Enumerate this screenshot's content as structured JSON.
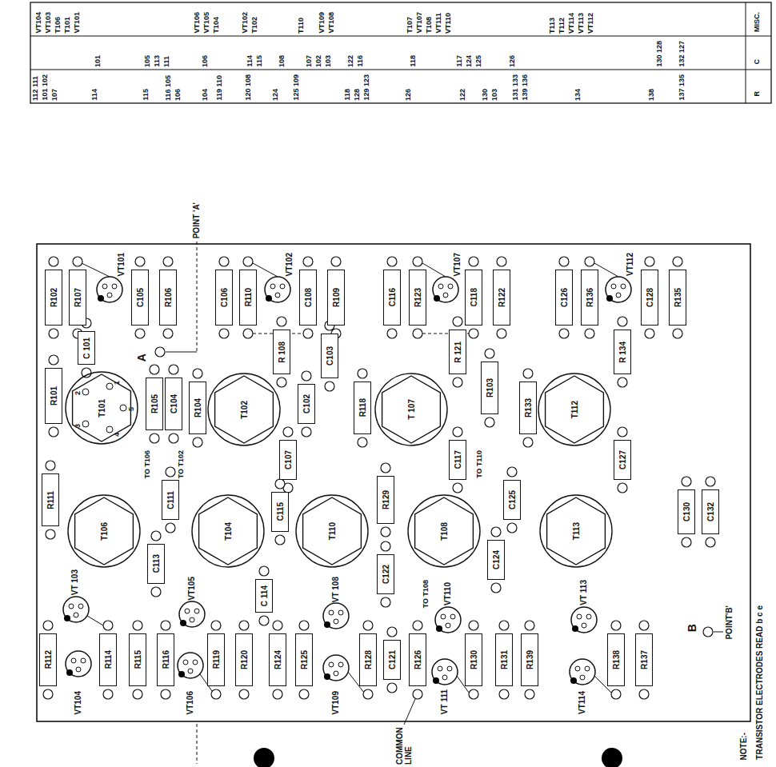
{
  "diagram": {
    "nodes": [
      {
        "text": [
          "R102"
        ]
      },
      {
        "text": [
          "R107"
        ]
      },
      {
        "text": [
          "C105"
        ]
      },
      {
        "text": [
          "R106"
        ]
      },
      {
        "text": [
          "C106"
        ]
      },
      {
        "text": [
          "R110"
        ]
      },
      {
        "text": [
          "C108"
        ]
      },
      {
        "text": [
          "R109"
        ]
      },
      {
        "text": [
          "C116"
        ]
      },
      {
        "text": [
          "R123"
        ]
      },
      {
        "text": [
          "C118"
        ]
      },
      {
        "text": [
          "R122"
        ]
      },
      {
        "text": [
          "C126"
        ]
      },
      {
        "text": [
          "R136"
        ]
      },
      {
        "text": [
          "C128"
        ]
      },
      {
        "text": [
          "R135"
        ]
      },
      {
        "text": [
          "R101"
        ]
      },
      {
        "text": [
          "C 101"
        ]
      },
      {
        "text": [
          "T101"
        ]
      },
      {
        "text": [
          "R105"
        ]
      },
      {
        "text": [
          "C104"
        ]
      },
      {
        "text": [
          "R104"
        ]
      },
      {
        "text": [
          "T102"
        ]
      },
      {
        "text": [
          "R 108"
        ]
      },
      {
        "text": [
          "C107"
        ]
      },
      {
        "text": [
          "C102"
        ]
      },
      {
        "text": [
          "C103"
        ]
      },
      {
        "text": [
          "R118"
        ]
      },
      {
        "text": [
          "T 107"
        ]
      },
      {
        "text": [
          "R 121"
        ]
      },
      {
        "text": [
          "C117"
        ]
      },
      {
        "text": [
          "R103"
        ]
      },
      {
        "text": [
          "R133"
        ]
      },
      {
        "text": [
          "T112"
        ]
      },
      {
        "text": [
          "R 134"
        ]
      },
      {
        "text": [
          "C127"
        ]
      },
      {
        "text": [
          "R111"
        ]
      },
      {
        "text": [
          "T106"
        ]
      },
      {
        "text": [
          "C113"
        ]
      },
      {
        "text": [
          "C111"
        ]
      },
      {
        "text": [
          "T104"
        ]
      },
      {
        "text": [
          "C115"
        ]
      },
      {
        "text": [
          "C 114"
        ]
      },
      {
        "text": [
          "T110"
        ]
      },
      {
        "text": [
          "R129"
        ]
      },
      {
        "text": [
          "C122"
        ]
      },
      {
        "text": [
          "T108"
        ]
      },
      {
        "text": [
          "C124"
        ]
      },
      {
        "text": [
          "C125"
        ]
      },
      {
        "text": [
          "T113"
        ]
      },
      {
        "text": [
          "C130"
        ]
      },
      {
        "text": [
          "C132"
        ]
      },
      {
        "text": [
          "R112"
        ]
      },
      {
        "text": [
          "R114"
        ]
      },
      {
        "text": [
          "R115"
        ]
      },
      {
        "text": [
          "R116"
        ]
      },
      {
        "text": [
          "R119"
        ]
      },
      {
        "text": [
          "R120"
        ]
      },
      {
        "text": [
          "R124"
        ]
      },
      {
        "text": [
          "R125"
        ]
      },
      {
        "text": [
          "R128"
        ]
      },
      {
        "text": [
          "C121"
        ]
      },
      {
        "text": [
          "R126"
        ]
      },
      {
        "text": [
          "R130"
        ]
      },
      {
        "text": [
          "R131"
        ]
      },
      {
        "text": [
          "R139"
        ]
      },
      {
        "text": [
          "R138"
        ]
      },
      {
        "text": [
          "R137"
        ]
      }
    ],
    "labels": [
      "VT104",
      "VT103",
      "T106",
      "T101",
      "VT101",
      "VT106",
      "VT105",
      "T104",
      "VT102",
      "T102",
      "T110",
      "VT109",
      "VT108",
      "T107",
      "VT107",
      "T108",
      "VT111",
      "VT110",
      "T113",
      "T112",
      "VT114",
      "VT113",
      "VT112",
      "101",
      "105",
      "113",
      "111",
      "106",
      "114",
      "115",
      "108",
      "107",
      "102",
      "103",
      "122",
      "116",
      "118",
      "117",
      "124",
      "125",
      "126",
      "130 128",
      "132 127",
      "112 111",
      "101 102",
      "107",
      "114",
      "115",
      "116 105",
      "106",
      "104",
      "119 110",
      "120 108",
      "124",
      "125 109",
      "118",
      "128",
      "129 123",
      "126",
      "122",
      "130",
      "103",
      "131 133",
      "139 136",
      "134",
      "138",
      "137 135",
      "MISC.",
      "C",
      "R",
      "VT101",
      "VT102",
      "VT107",
      "VT112",
      "VT 103",
      "VT104",
      "VT105",
      "VT106",
      "VT 108",
      "VT109",
      "VT110",
      "VT 111",
      "VT 113",
      "VT114",
      "1",
      "2",
      "3",
      "4",
      "5",
      "POINT 'A'",
      "A",
      "TO T106",
      "TO T102",
      "TO T110",
      "TO T108",
      "B",
      "POINT'B'",
      "COMMON LINE",
      "NOTE:-",
      "TRANSISTOR ELECTRODES READ b c e"
    ]
  }
}
